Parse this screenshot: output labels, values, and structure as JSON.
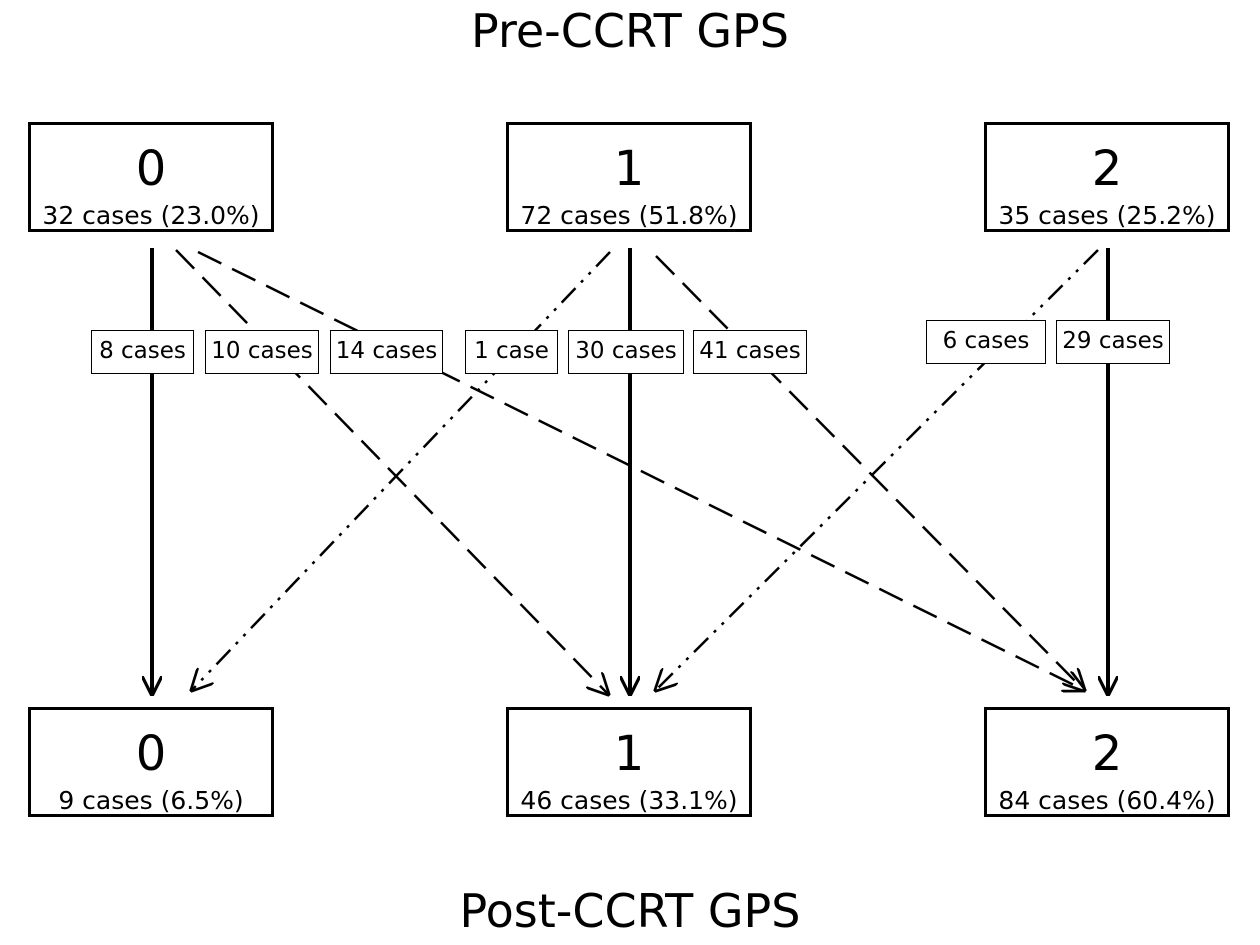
{
  "top_title": "Pre-CCRT GPS",
  "bottom_title": "Post-CCRT GPS",
  "pre": [
    {
      "score": "0",
      "cases": "32 cases (23.0%)"
    },
    {
      "score": "1",
      "cases": "72 cases (51.8%)"
    },
    {
      "score": "2",
      "cases": "35 cases (25.2%)"
    }
  ],
  "post": [
    {
      "score": "0",
      "cases": "9 cases (6.5%)"
    },
    {
      "score": "1",
      "cases": "46 cases (33.1%)"
    },
    {
      "score": "2",
      "cases": "84 cases (60.4%)"
    }
  ],
  "transitions": [
    {
      "from": "0",
      "to": "0",
      "label": "8 cases",
      "style": "solid"
    },
    {
      "from": "0",
      "to": "1",
      "label": "10 cases",
      "style": "dashed"
    },
    {
      "from": "0",
      "to": "2",
      "label": "14 cases",
      "style": "dashed"
    },
    {
      "from": "1",
      "to": "0",
      "label": "1 case",
      "style": "dash-dot"
    },
    {
      "from": "1",
      "to": "1",
      "label": "30 cases",
      "style": "solid"
    },
    {
      "from": "1",
      "to": "2",
      "label": "41 cases",
      "style": "dashed"
    },
    {
      "from": "2",
      "to": "1",
      "label": "6 cases",
      "style": "dash-dot"
    },
    {
      "from": "2",
      "to": "2",
      "label": "29 cases",
      "style": "solid"
    }
  ]
}
